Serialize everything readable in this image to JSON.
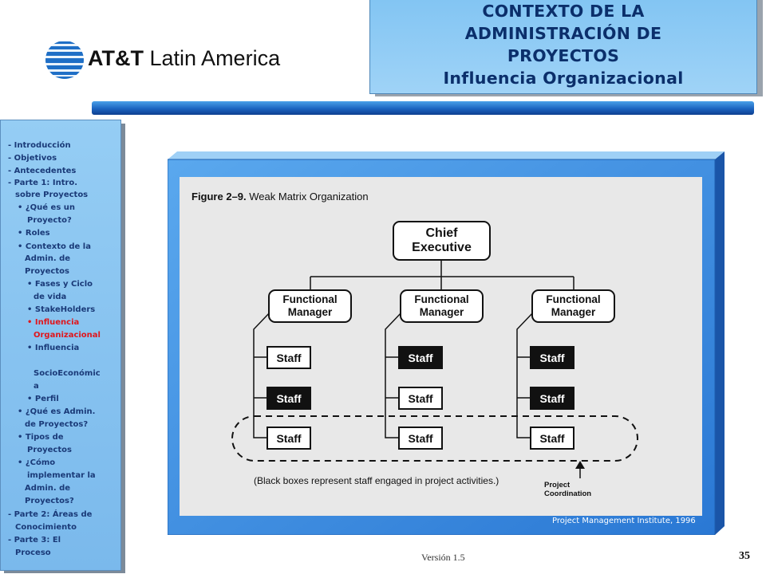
{
  "logo": {
    "brand": "AT&T",
    "region": "Latin America"
  },
  "title": {
    "line1": "CONTEXTO DE LA",
    "line2": "ADMINISTRACIÓN DE",
    "line3": "PROYECTOS",
    "line4": "Influencia Organizacional"
  },
  "sidebar": {
    "items": [
      {
        "label": "- Introducción"
      },
      {
        "label": "- Objetivos"
      },
      {
        "label": "- Antecedentes"
      },
      {
        "label": "- Parte 1: Intro."
      },
      {
        "label": "sobre Proyectos"
      },
      {
        "label": "• ¿Qué es un"
      },
      {
        "label": "Proyecto?"
      },
      {
        "label": "• Roles"
      },
      {
        "label": "• Contexto de la"
      },
      {
        "label": "Admin. de"
      },
      {
        "label": "Proyectos"
      },
      {
        "label": "• Fases y Ciclo"
      },
      {
        "label": "de vida"
      },
      {
        "label": "• StakeHolders"
      },
      {
        "label": "• Influencia"
      },
      {
        "label": "Organizacional"
      },
      {
        "label": "• Influencia"
      },
      {
        "label": "SocioEconómic"
      },
      {
        "label": "a"
      },
      {
        "label": "• Perfil"
      },
      {
        "label": "• ¿Qué es Admin."
      },
      {
        "label": "de Proyectos?"
      },
      {
        "label": "• Tipos de"
      },
      {
        "label": "Proyectos"
      },
      {
        "label": "• ¿Cómo"
      },
      {
        "label": "implementar la"
      },
      {
        "label": "Admin. de"
      },
      {
        "label": "Proyectos?"
      },
      {
        "label": "- Parte 2: Áreas de"
      },
      {
        "label": "Conocimiento"
      },
      {
        "label": "- Parte 3: El"
      },
      {
        "label": "Proceso"
      }
    ]
  },
  "diagram": {
    "figure_number": "Figure 2–9.",
    "figure_title": "Weak Matrix Organization",
    "chief": {
      "line1": "Chief",
      "line2": "Executive"
    },
    "managers": [
      {
        "line1": "Functional",
        "line2": "Manager"
      },
      {
        "line1": "Functional",
        "line2": "Manager"
      },
      {
        "line1": "Functional",
        "line2": "Manager"
      }
    ],
    "staff_label": "Staff",
    "staff_engaged": [
      [
        true,
        false,
        true
      ],
      [
        false,
        true,
        true
      ],
      [
        false,
        false,
        true
      ]
    ],
    "note": "(Black boxes represent staff engaged in project activities.)",
    "coordination": {
      "line1": "Project",
      "line2": "Coordination"
    }
  },
  "source": "Project Management Institute, 1996",
  "footer": {
    "version": "Versión 1.5",
    "page": "35"
  },
  "colors": {
    "title_text": "#0b2f6b",
    "sidebar_text": "#1a3a78",
    "sidebar_active": "#e0161c",
    "frame_blue": "#3b8fe0"
  }
}
